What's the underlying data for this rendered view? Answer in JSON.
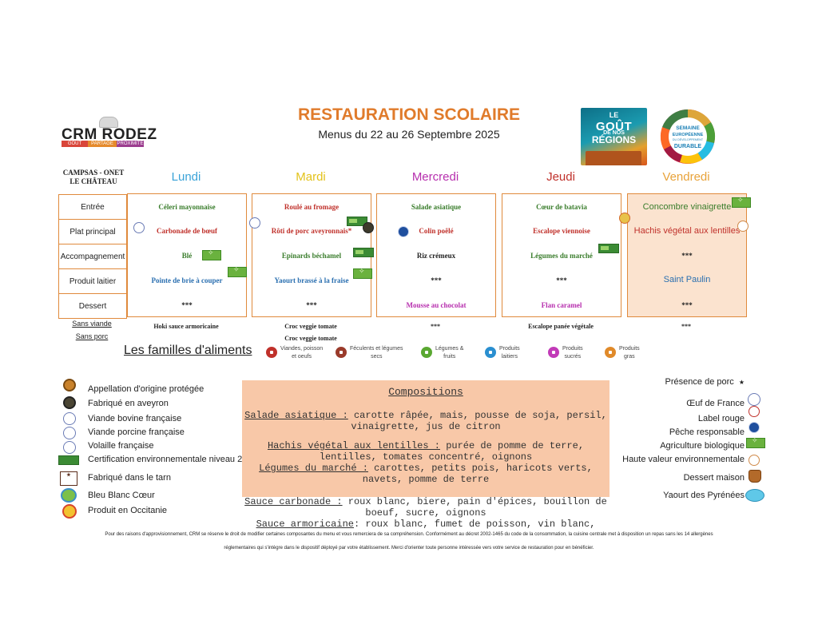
{
  "header": {
    "title": "RESTAURATION SCOLAIRE",
    "subtitle": "Menus du 22 au 26 Septembre 2025",
    "logo": {
      "name": "CRM RODEZ",
      "tags": [
        "GOÛT",
        "PARTAGE",
        "PROXIMITÉ"
      ],
      "tag_colors": [
        "#d9463a",
        "#e58a2c",
        "#9c3d8f"
      ]
    },
    "badge_regions": {
      "line1": "LE",
      "line2": "GOÛT",
      "line3": "RÉGIONS",
      "small": "DE NOS"
    },
    "badge_sdd": {
      "line1": "SEMAINE",
      "line2": "EUROPÉENNE",
      "line3": "DU DÉVELOPPEMENT",
      "line4": "DURABLE"
    }
  },
  "site_label": "CAMPSAS - ONET LE CHÂTEAU",
  "row_labels": [
    "Entrée",
    "Plat principal",
    "Accompagnement",
    "Produit laitier",
    "Dessert"
  ],
  "days": [
    {
      "name": "Lundi",
      "name_color": "#3aa3d8",
      "items": [
        "Céleri mayonnaise",
        "Carbonade de bœuf",
        "Blé",
        "Pointe de brie à couper",
        "***"
      ],
      "sans_viande": "Hoki sauce armoricaine",
      "sans_porc": ""
    },
    {
      "name": "Mardi",
      "name_color": "#e3c21a",
      "items": [
        "Roulé au fromage",
        "Rôti de porc aveyronnais*",
        "Epinards béchamel",
        "Yaourt brassé à la fraise",
        "***"
      ],
      "sans_viande": "Croc veggie tomate",
      "sans_porc": "Croc veggie tomate"
    },
    {
      "name": "Mercredi",
      "name_color": "#b72fae",
      "items": [
        "Salade asiatique",
        "Colin poêlé",
        "Riz crémeux",
        "***",
        "Mousse au chocolat"
      ],
      "sans_viande": "***",
      "sans_porc": ""
    },
    {
      "name": "Jeudi",
      "name_color": "#c0312b",
      "items": [
        "Cœur de batavia",
        "Escalope viennoise",
        "Légumes du marché",
        "***",
        "Flan caramel"
      ],
      "sans_viande": "Escalope panée végétale",
      "sans_porc": ""
    },
    {
      "name": "Vendredi",
      "name_color": "#e8a33a",
      "items": [
        "Concombre vinaigrette",
        "Hachis végétal aux lentilles",
        "***",
        "Saint Paulin",
        "***"
      ],
      "sans_viande": "***",
      "sans_porc": ""
    }
  ],
  "alt_labels": {
    "sans_viande": "Sans viande",
    "sans_porc": "Sans porc"
  },
  "families": {
    "title": "Les familles d'aliments",
    "items": [
      {
        "label_1": "Viandes, poisson",
        "label_2": "et oeufs",
        "color": "#c0312b",
        "icon": "meat-icon"
      },
      {
        "label_1": "Féculents et légumes",
        "label_2": "secs",
        "color": "#9a3b2b",
        "icon": "starch-icon"
      },
      {
        "label_1": "Légumes &",
        "label_2": "fruits",
        "color": "#5aa832",
        "icon": "vegetable-icon"
      },
      {
        "label_1": "Produits",
        "label_2": "laitiers",
        "color": "#2a8fd0",
        "icon": "dairy-icon"
      },
      {
        "label_1": "Produits",
        "label_2": "sucrés",
        "color": "#c23bb8",
        "icon": "sweet-icon"
      },
      {
        "label_1": "Produits",
        "label_2": "gras",
        "color": "#e08a2a",
        "icon": "fat-icon"
      }
    ]
  },
  "legend_left": [
    {
      "label": "Appellation d'origine protégée",
      "icon": "aop-icon"
    },
    {
      "label": "Fabriqué en aveyron",
      "icon": "aveyron-icon"
    },
    {
      "label": "Viande bovine française",
      "icon": "beef-fr-icon"
    },
    {
      "label": "Viande porcine française",
      "icon": "pork-fr-icon"
    },
    {
      "label": "Volaille française",
      "icon": "poultry-fr-icon"
    },
    {
      "label": "Certification environnementale niveau 2",
      "icon": "env-cert-icon"
    },
    {
      "label": "Fabriqué dans le tarn",
      "icon": "tarn-icon"
    },
    {
      "label": "Bleu Blanc Cœur",
      "icon": "bbc-icon"
    },
    {
      "label": "Produit en Occitanie",
      "icon": "occitanie-icon"
    }
  ],
  "legend_right": [
    {
      "label": "Présence de porc",
      "icon": "pork-star-icon",
      "symbol": "★"
    },
    {
      "label": "Œuf de France",
      "icon": "egg-fr-icon"
    },
    {
      "label": "Label rouge",
      "icon": "label-rouge-icon"
    },
    {
      "label": "Pêche responsable",
      "icon": "fishing-icon"
    },
    {
      "label": "Agriculture biologique",
      "icon": "bio-icon"
    },
    {
      "label": "Haute valeur environnementale",
      "icon": "hve-icon"
    },
    {
      "label": "Dessert maison",
      "icon": "dessert-icon"
    },
    {
      "label": "Yaourt des Pyrénées",
      "icon": "yaourt-icon"
    }
  ],
  "compositions": {
    "title": "Compositions",
    "salade_label": "Salade asiatique :",
    "salade_1": " carotte râpée, mais, pousse de soja, persil,",
    "salade_2": "vinaigrette, jus de citron",
    "hachis_label": "Hachis végétal aux lentilles :",
    "hachis_1": " purée de pomme de terre,",
    "hachis_2": "lentilles, tomates concentré, oignons",
    "legumes_label": "Légumes du marché :",
    "legumes_1": " carottes, petits pois, haricots verts,",
    "legumes_2": "navets, pomme de terre",
    "carbonade_label": "Sauce carbonade :",
    "carbonade_1": " roux blanc, biere, pain d'épices, bouillon de",
    "carbonade_2": "boeuf, sucre, oignons",
    "armoricaine_label": "Sauce armoricaine",
    "armoricaine_1": ": roux blanc, fumet de poisson, vin blanc,"
  },
  "footer": {
    "line1": "Pour des raisons d'approvisionnement, CRM se réserve le droit de modifier certaines composantes du menu et vous remerciera de sa compréhension. Conformément au décret 2002-1465 du code de la consommation, la cuisine centrale met à disposition un repas sans les 14 allergènes",
    "line2": "réglementaires qui s'intègre dans le dispositif déployé par votre établissement. Merci d'orienter toute personne intéressée vers votre service de restauration pour en bénéficier."
  }
}
